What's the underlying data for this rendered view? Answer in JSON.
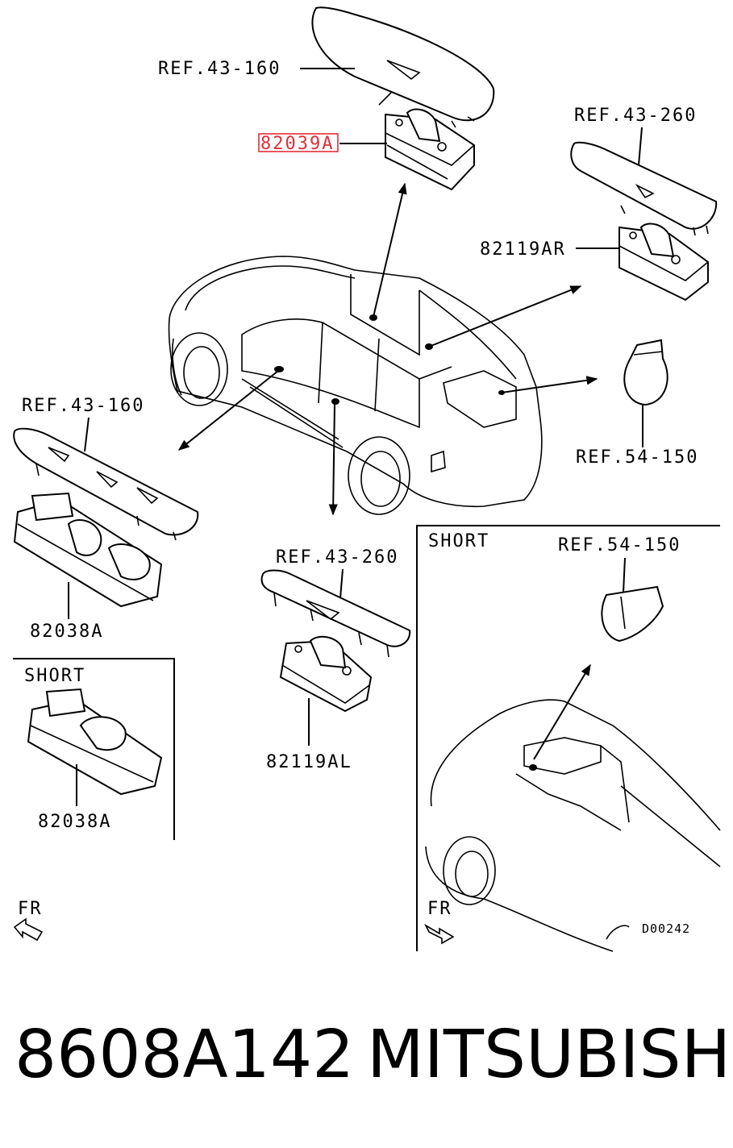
{
  "labels": {
    "ref_top": "REF.43-160",
    "part_top_highlighted": "82039A",
    "ref_right_top": "REF.43-260",
    "part_right": "82119AR",
    "ref_bulb_right": "REF.54-150",
    "ref_left": "REF.43-160",
    "part_left": "82038A",
    "ref_center": "REF.43-260",
    "part_center": "82119AL",
    "short_left": "SHORT",
    "part_short_left": "82038A",
    "short_right": "SHORT",
    "ref_bulb_short": "REF.54-150",
    "fr_left": "FR",
    "fr_right": "FR",
    "diagram_code": "D00242"
  },
  "footer": {
    "part_number": "8608A142",
    "brand": "MITSUBISHI"
  },
  "colors": {
    "highlight": "#e0303a",
    "ink": "#000000"
  }
}
